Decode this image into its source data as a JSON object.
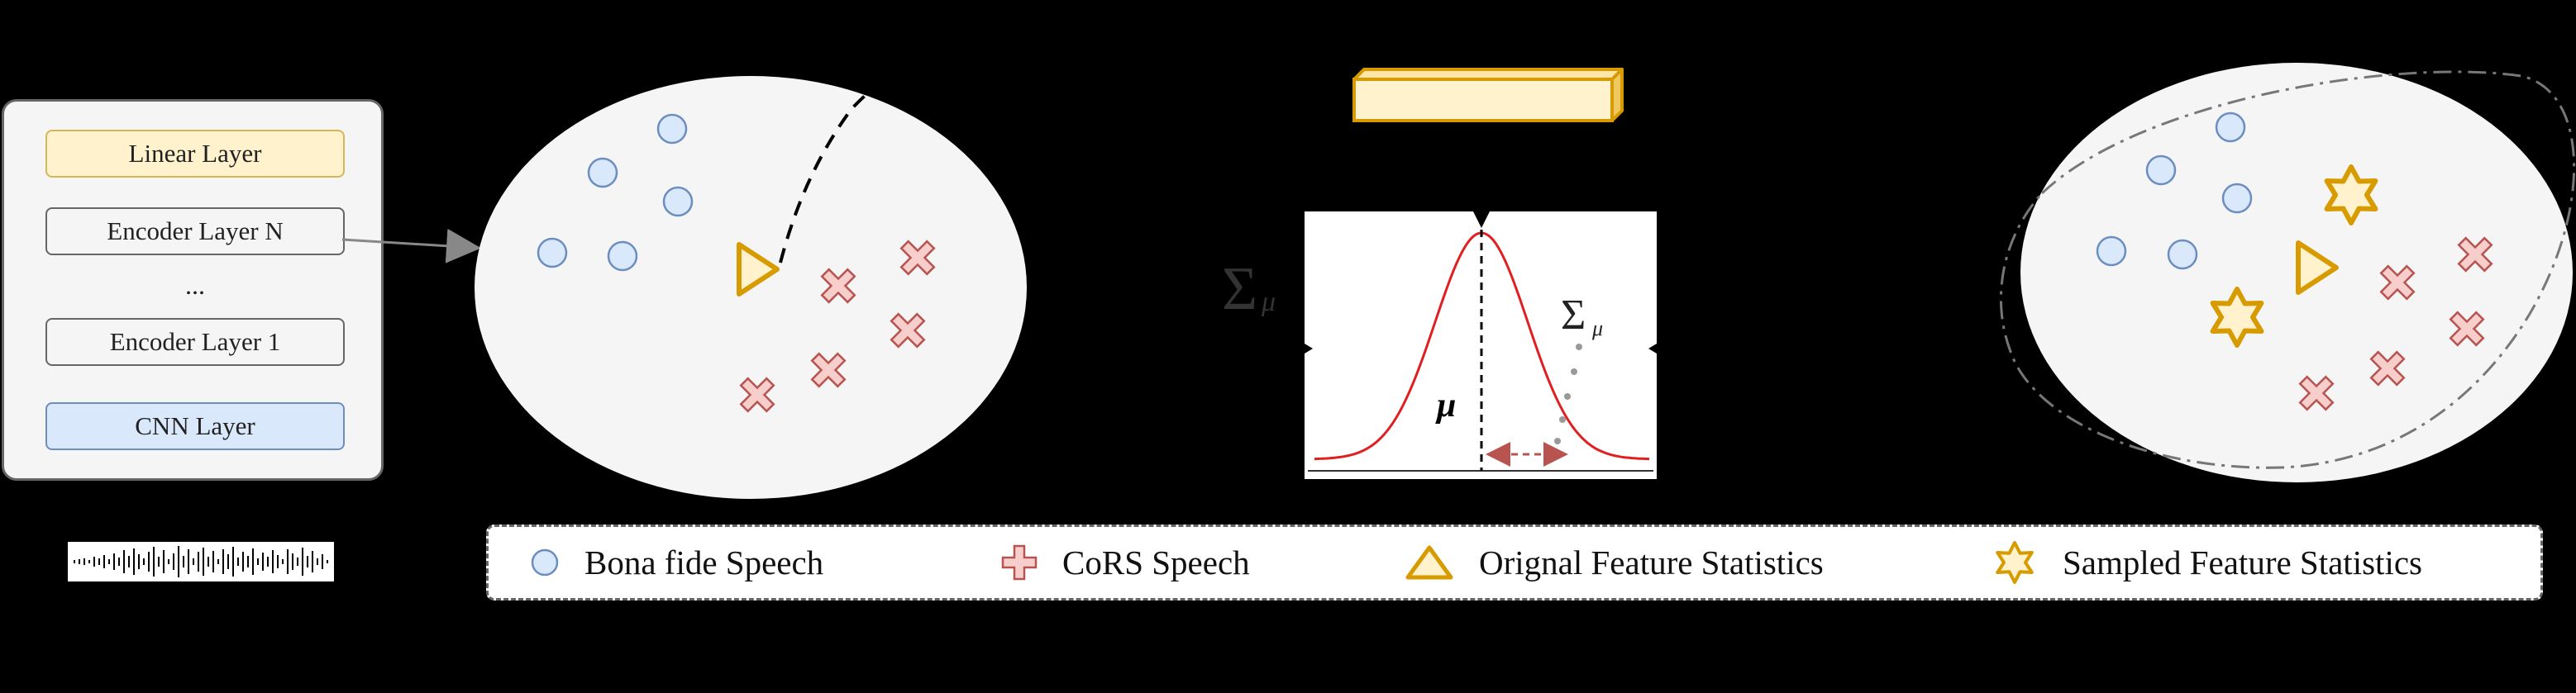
{
  "model": {
    "layers": [
      "Linear Layer",
      "Encoder Layer N",
      "...",
      "Encoder Layer 1",
      "CNN Layer"
    ]
  },
  "plot": {
    "mu_label": "μ",
    "sigma_label": "Σ",
    "sigma_sub": "μ"
  },
  "legend": {
    "items": [
      {
        "label": "Bona fide Speech",
        "icon": "circle-icon"
      },
      {
        "label": "CoRS Speech",
        "icon": "cross-icon"
      },
      {
        "label": "Orignal Feature Statistics",
        "icon": "triangle-icon"
      },
      {
        "label": "Sampled Feature Statistics",
        "icon": "star-icon"
      }
    ]
  },
  "colors": {
    "bona_fill": "#dae8fc",
    "bona_stroke": "#6c8ebf",
    "cors_fill": "#f8cecc",
    "cors_stroke": "#b85450",
    "stat_fill": "#fff2cc",
    "stat_stroke": "#d79b00",
    "curve": "#e02020"
  }
}
